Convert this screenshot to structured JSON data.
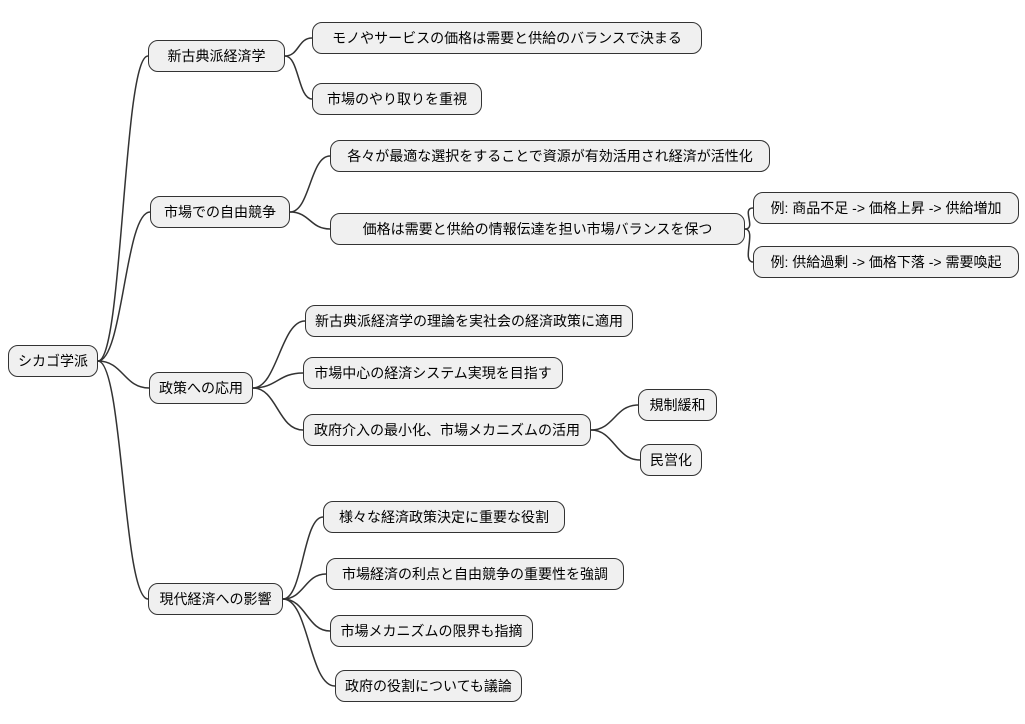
{
  "diagram": {
    "type": "mindmap",
    "orientation": "left-to-right",
    "root": {
      "label": "シカゴ学派"
    },
    "branches": [
      {
        "label": "新古典派経済学",
        "children": [
          {
            "label": "モノやサービスの価格は需要と供給のバランスで決まる"
          },
          {
            "label": "市場のやり取りを重視"
          }
        ]
      },
      {
        "label": "市場での自由競争",
        "children": [
          {
            "label": "各々が最適な選択をすることで資源が有効活用され経済が活性化"
          },
          {
            "label": "価格は需要と供給の情報伝達を担い市場バランスを保つ",
            "children": [
              {
                "label": "例: 商品不足 -> 価格上昇 -> 供給増加"
              },
              {
                "label": "例: 供給過剰 -> 価格下落 -> 需要喚起"
              }
            ]
          }
        ]
      },
      {
        "label": "政策への応用",
        "children": [
          {
            "label": "新古典派経済学の理論を実社会の経済政策に適用"
          },
          {
            "label": "市場中心の経済システム実現を目指す"
          },
          {
            "label": "政府介入の最小化、市場メカニズムの活用",
            "children": [
              {
                "label": "規制緩和"
              },
              {
                "label": "民営化"
              }
            ]
          }
        ]
      },
      {
        "label": "現代経済への影響",
        "children": [
          {
            "label": "様々な経済政策決定に重要な役割"
          },
          {
            "label": "市場経済の利点と自由競争の重要性を強調"
          },
          {
            "label": "市場メカニズムの限界も指摘"
          },
          {
            "label": "政府の役割についても議論"
          }
        ]
      }
    ]
  },
  "colors": {
    "background": "#ffffff",
    "node_fill": "#f0f0f0",
    "node_border": "#333333",
    "link": "#333333",
    "text": "#000000"
  }
}
